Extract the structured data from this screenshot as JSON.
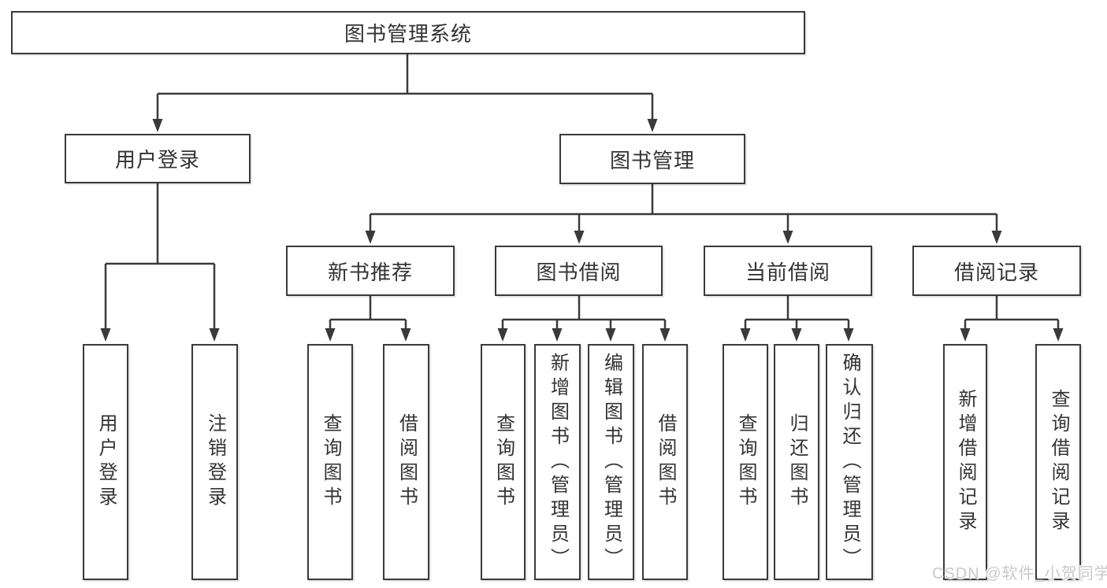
{
  "nodes": {
    "root": "图书管理系统",
    "user_login": "用户登录",
    "book_mgmt": "图书管理",
    "new_book_rec": "新书推荐",
    "book_borrow": "图书借阅",
    "current_borrow": "当前借阅",
    "borrow_record": "借阅记录",
    "leaf_user_login": "用户登录",
    "leaf_logout": "注销登录",
    "leaf_rec_query": "查询图书",
    "leaf_rec_borrow": "借阅图书",
    "leaf_bb_query": "查询图书",
    "leaf_bb_add": "新增图书（管理员）",
    "leaf_bb_edit": "编辑图书（管理员）",
    "leaf_bb_borrow": "借阅图书",
    "leaf_cb_query": "查询图书",
    "leaf_cb_return": "归还图书",
    "leaf_cb_confirm": "确认归还（管理员）",
    "leaf_br_add": "新增借阅记录",
    "leaf_br_query": "查询借阅记录"
  },
  "hierarchy": {
    "图书管理系统": {
      "用户登录": [
        "用户登录",
        "注销登录"
      ],
      "图书管理": {
        "新书推荐": [
          "查询图书",
          "借阅图书"
        ],
        "图书借阅": [
          "查询图书",
          "新增图书（管理员）",
          "编辑图书（管理员）",
          "借阅图书"
        ],
        "当前借阅": [
          "查询图书",
          "归还图书",
          "确认归还（管理员）"
        ],
        "借阅记录": [
          "新增借阅记录",
          "查询借阅记录"
        ]
      }
    }
  },
  "watermark": {
    "text": "CSDN @软件_小贺同学"
  },
  "colors": {
    "background": "#ffffff",
    "line": "#3a3a3a",
    "box_border": "#3a3a3a",
    "text": "#333333",
    "watermark_text": "#c9c9c9"
  }
}
